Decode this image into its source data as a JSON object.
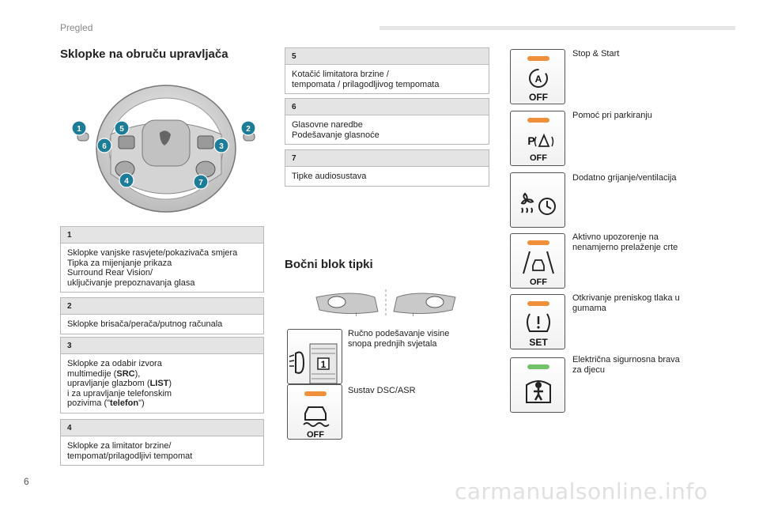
{
  "header": {
    "section": "Pregled"
  },
  "left": {
    "title": "Sklopke na obruču upravljača",
    "wheel_markers": [
      "1",
      "2",
      "3",
      "4",
      "5",
      "6",
      "7"
    ],
    "boxes": [
      {
        "num": "1",
        "lines": [
          "Sklopke vanjske rasvjete/pokazivača smjera",
          "Tipka za mijenjanje prikaza",
          "Surround Rear Vision/",
          "uključivanje prepoznavanja glasa"
        ]
      },
      {
        "num": "2",
        "lines": [
          "Sklopke brisača/perača/putnog računala"
        ]
      },
      {
        "num": "3",
        "lines": [
          "Sklopke za odabir izvora",
          "multimedije (",
          "), ",
          "upravljanje glazbom (",
          ")",
          "i za upravljanje telefonskim",
          "pozivima (\"",
          "\")"
        ],
        "bold": {
          "src": "SRC",
          "list": "LIST",
          "telefon": "telefon"
        }
      },
      {
        "num": "4",
        "lines": [
          "Sklopke za limitator brzine/",
          "tempomat/prilagodljivi tempomat"
        ]
      }
    ]
  },
  "middle": {
    "boxes": [
      {
        "num": "5",
        "lines": [
          "Kotačić limitatora brzine /",
          "tempomata / prilagodljivog tempomata"
        ]
      },
      {
        "num": "6",
        "lines": [
          "Glasovne naredbe",
          "Podešavanje glasnoće"
        ]
      },
      {
        "num": "7",
        "lines": [
          "Tipke audiosustava"
        ]
      }
    ],
    "side_title": "Bočni blok tipki",
    "side_items": [
      {
        "icon": "headlamp-beam-adjust-icon",
        "lines": [
          "Ručno podešavanje visine",
          "snopa prednjih svjetala"
        ],
        "glyph_text": "1"
      },
      {
        "icon": "dsc-asr-off-icon",
        "lines": [
          "Sustav DSC/ASR"
        ],
        "glyph_text": "OFF"
      }
    ]
  },
  "right": {
    "items": [
      {
        "icon": "stop-start-off-icon",
        "led": "orange",
        "lines": [
          "Stop & Start"
        ],
        "glyph_text": "OFF"
      },
      {
        "icon": "park-assist-off-icon",
        "led": "orange",
        "lines": [
          "Pomoć pri parkiranju"
        ],
        "glyph_text": "OFF"
      },
      {
        "icon": "heating-ventilation-timer-icon",
        "led": "none",
        "lines": [
          "Dodatno grijanje/ventilacija"
        ]
      },
      {
        "icon": "lane-departure-off-icon",
        "led": "orange",
        "lines": [
          "Aktivno upozorenje na",
          "nenamjerno prelaženje crte"
        ],
        "glyph_text": "OFF"
      },
      {
        "icon": "tyre-pressure-set-icon",
        "led": "orange",
        "lines": [
          "Otkrivanje preniskog tlaka u",
          "gumama"
        ],
        "glyph_text": "SET"
      },
      {
        "icon": "child-lock-icon",
        "led": "green",
        "lines": [
          "Električna sigurnosna brava",
          "za djecu"
        ]
      }
    ]
  },
  "footer": {
    "page": "6",
    "watermark": "carmanualsonline.info"
  },
  "colors": {
    "marker_teal": "#1d7c97",
    "led_orange": "#f0903a",
    "led_green": "#72c26a"
  }
}
